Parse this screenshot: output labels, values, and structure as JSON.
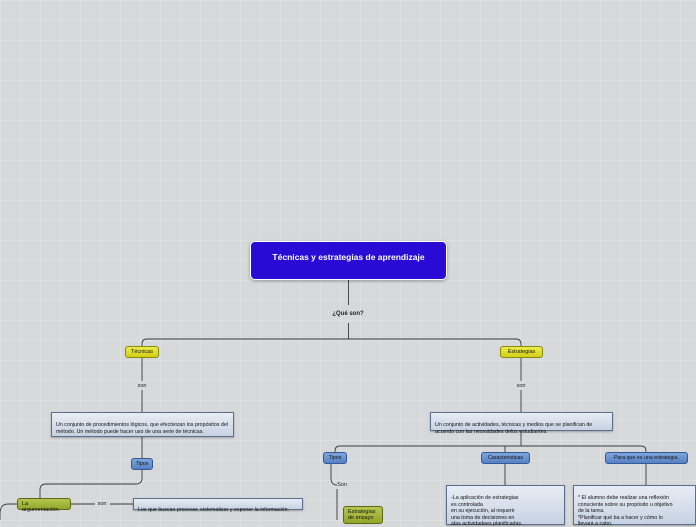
{
  "root": {
    "title": "Técnicas y estrategias de aprendizaje"
  },
  "root_link": "¿Qué son?",
  "tecnicas": {
    "label": "Técnicas",
    "link": "son",
    "definition": "Un conjunto de procedimientos lógicos, que efectivizan los propósitos del método. Un método puede hacer uso de una serie de técnicas.",
    "tipos_label": "Tipos",
    "argumentacion": "La argumentación.",
    "argumentacion_link": "son",
    "argumentacion_desc": "Los que buscan procesar, sistematizar y exponer la información."
  },
  "estrategias": {
    "label": "Estrategias",
    "link": "son",
    "definition": "Un conjunto de actividades, técnicas y medios que se planifican de acuerdo con las necesidades delos estudiantes.",
    "tipos_label": "Tipos",
    "tipos_link": "Son",
    "ensayo": "Estrategias de ensayo",
    "caracteristicas_label": "Caracteristicas",
    "caracteristicas_desc": "-La aplicación de estrategias\nes controlada\nen su ejecución, al requerir\nuna toma de decisiones en\n  alas actividadees planificadas.",
    "para_que_label": "Para que es una estrategia.",
    "para_que_desc": "* El alumno debe realizar una reflexión\nconsciente sobre su propósito u objetivo\nde la tarea.\n*Planificar qué ba a hacer y cómo lo\n  llevará a cabo."
  },
  "colors": {
    "background": "#d6d8da",
    "root": "#2a0bd6",
    "yellow": "#dede2a",
    "olive": "#a3b43c",
    "blue": "#6891cf",
    "connector": "#3a3a3a"
  }
}
